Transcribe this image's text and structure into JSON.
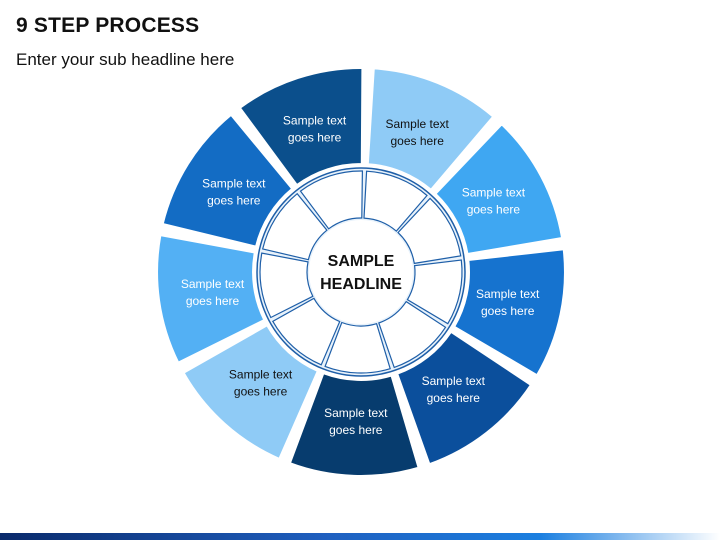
{
  "header": {
    "title": "9 STEP PROCESS",
    "subtitle": "Enter your sub headline here"
  },
  "diagram": {
    "center_text_line1": "SAMPLE",
    "center_text_line2": "HEADLINE",
    "segments": [
      {
        "text_line1": "Sample text",
        "text_line2": "goes here",
        "color": "#0b4f8c",
        "text_color": "#ffffff"
      },
      {
        "text_line1": "Sample text",
        "text_line2": "goes here",
        "color": "#8fcbf6",
        "text_color": "#111111"
      },
      {
        "text_line1": "Sample text",
        "text_line2": "goes here",
        "color": "#3fa7f2",
        "text_color": "#ffffff"
      },
      {
        "text_line1": "Sample text",
        "text_line2": "goes here",
        "color": "#1673cf",
        "text_color": "#ffffff"
      },
      {
        "text_line1": "Sample text",
        "text_line2": "goes here",
        "color": "#0b4f9c",
        "text_color": "#ffffff"
      },
      {
        "text_line1": "Sample text",
        "text_line2": "goes here",
        "color": "#073c6e",
        "text_color": "#ffffff"
      },
      {
        "text_line1": "Sample text",
        "text_line2": "goes here",
        "color": "#8fcbf6",
        "text_color": "#111111"
      },
      {
        "text_line1": "Sample text",
        "text_line2": "goes here",
        "color": "#53b0f4",
        "text_color": "#ffffff"
      },
      {
        "text_line1": "Sample text",
        "text_line2": "goes here",
        "color": "#136cc4",
        "text_color": "#ffffff"
      }
    ]
  }
}
